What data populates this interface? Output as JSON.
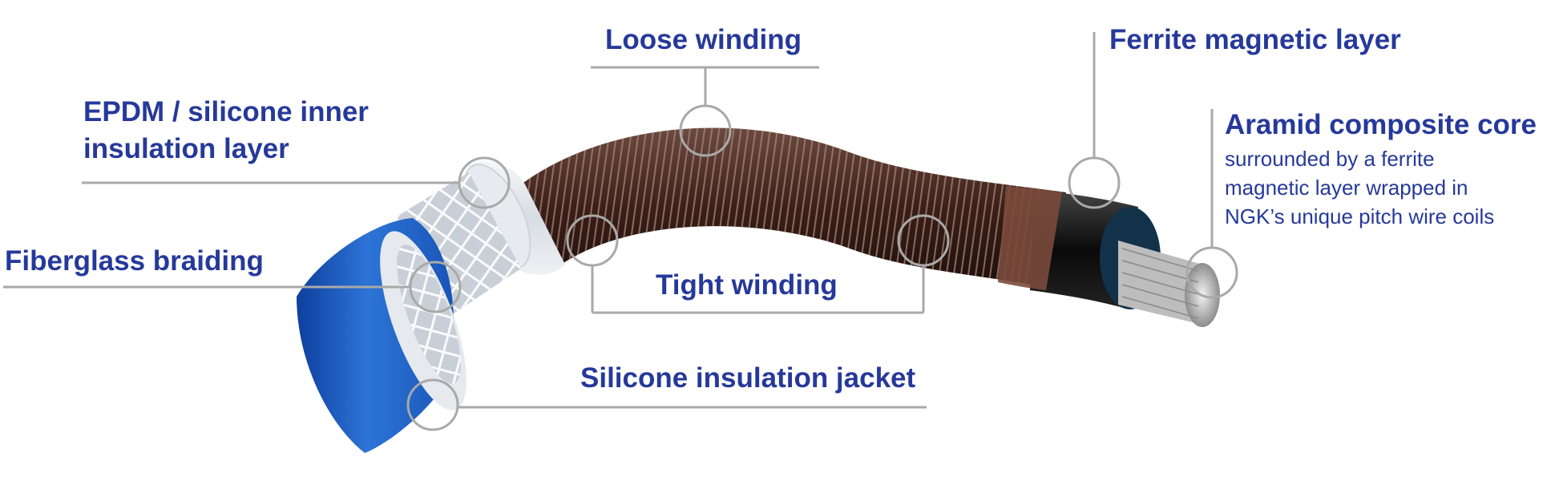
{
  "labels": {
    "loose_winding": "Loose winding",
    "ferrite_layer": "Ferrite magnetic layer",
    "epdm_line1": "EPDM / silicone inner",
    "epdm_line2": "insulation layer",
    "aramid_core": "Aramid composite core",
    "aramid_desc_1": "surrounded by a ferrite",
    "aramid_desc_2": "magnetic layer wrapped in",
    "aramid_desc_3": "NGK’s unique pitch wire coils",
    "fiberglass": "Fiberglass braiding",
    "tight_winding": "Tight winding",
    "silicone_jacket": "Silicone insulation jacket"
  },
  "colors": {
    "label_text": "#26399a",
    "leader_line": "#a9a9a9",
    "outer_jacket": "#1f5fc4",
    "inner_insulation": "#e3e6ea",
    "winding": "#4a2a22",
    "ferrite": "#111111",
    "core": "#bcbcbc"
  }
}
